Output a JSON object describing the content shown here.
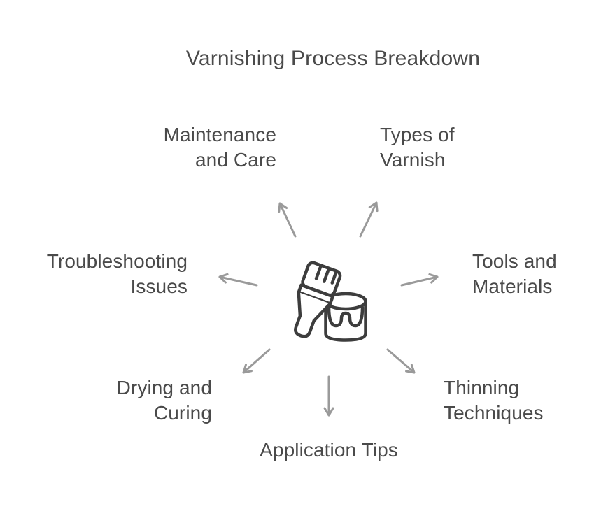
{
  "title": "Varnishing Process Breakdown",
  "center": {
    "icon": "paintbrush-and-paint-can",
    "description": "paint brush leaning beside an open paint can with dripping varnish"
  },
  "nodes": [
    {
      "id": "types-of-varnish",
      "label": "Types of\nVarnish"
    },
    {
      "id": "tools-and-materials",
      "label": "Tools and\nMaterials"
    },
    {
      "id": "thinning-techniques",
      "label": "Thinning\nTechniques"
    },
    {
      "id": "application-tips",
      "label": "Application Tips"
    },
    {
      "id": "drying-and-curing",
      "label": "Drying and\nCuring"
    },
    {
      "id": "troubleshooting-issues",
      "label": "Troubleshooting\nIssues"
    },
    {
      "id": "maintenance-and-care",
      "label": "Maintenance\nand Care"
    }
  ],
  "colors": {
    "background": "#ffffff",
    "text": "#4a4a4a",
    "arrow": "#9a9a9a",
    "icon_stroke": "#3d3d3d"
  }
}
